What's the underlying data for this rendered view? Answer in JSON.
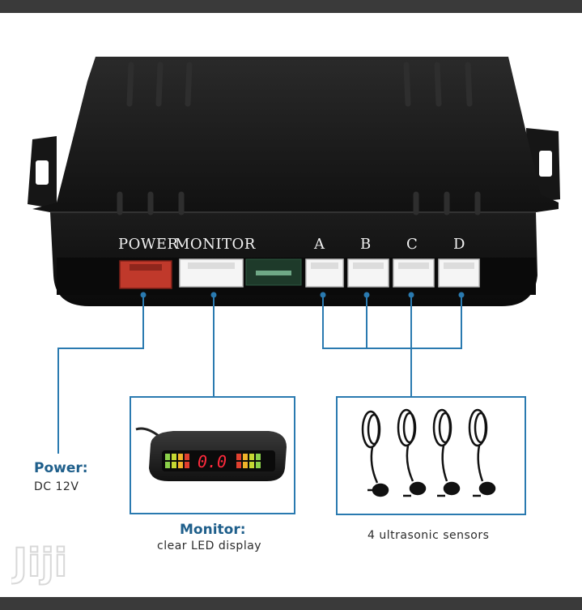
{
  "ports": {
    "power": "POWER",
    "monitor": "MONITOR",
    "a": "A",
    "b": "B",
    "c": "C",
    "d": "D"
  },
  "display_readout": "0.0",
  "callouts": {
    "power_title": "Power:",
    "power_sub": "DC 12V",
    "monitor_title": "Monitor:",
    "monitor_sub": "clear LED display",
    "sensors_sub": "4 ultrasonic sensors"
  },
  "watermark": "Jiji",
  "colors": {
    "frame": "#3a3a3a",
    "housing": "#151515",
    "callout_line": "#2a7ab0",
    "title": "#1f5f8b",
    "power_connector": "#c0392b",
    "connector": "#f5f5f5"
  }
}
